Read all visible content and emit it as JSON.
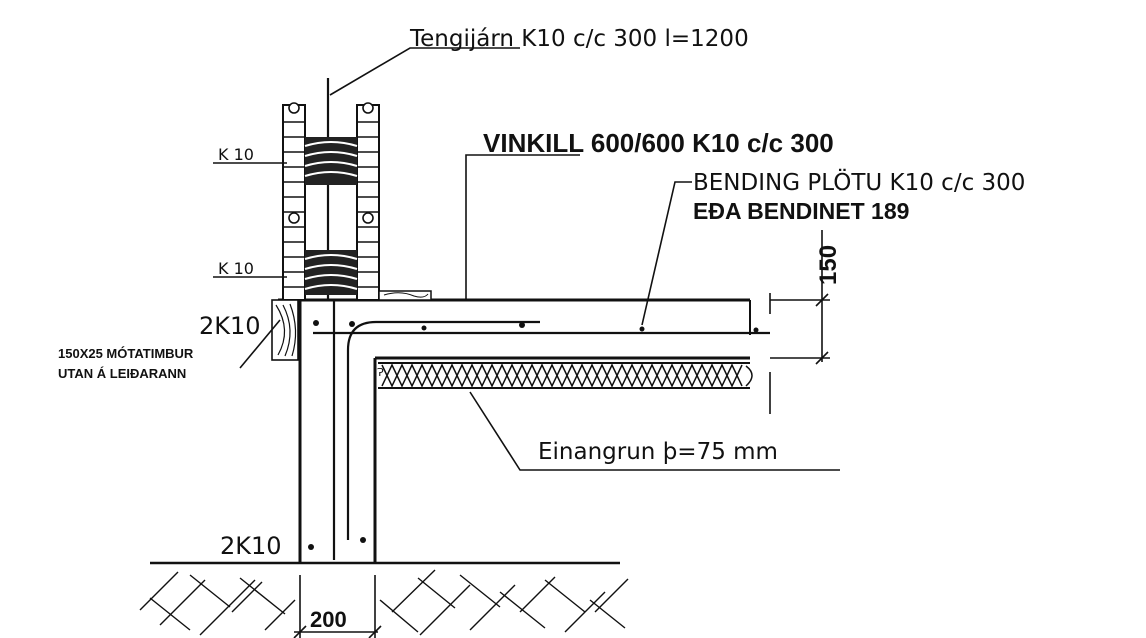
{
  "labels": {
    "tie_bars": "Tengijárn K10 c/c 300 l=1200",
    "corner_bar": "VINKILL 600/600 K10 c/c 300",
    "slab_bend_line1": "BENDING PLÖTU K10 c/c 300",
    "slab_bend_line2": "EÐA BENDINET 189",
    "k10_upper": "K 10",
    "k10_lower": "K 10",
    "two_k10_top": "2K10",
    "two_k10_bottom": "2K10",
    "formwork_line1": "150X25 MÓTATIMBUR",
    "formwork_line2": "UTAN Á LEIÐARANN",
    "insulation": "Einangrun þ=75 mm",
    "dim_slab": "150",
    "dim_wall": "200"
  }
}
